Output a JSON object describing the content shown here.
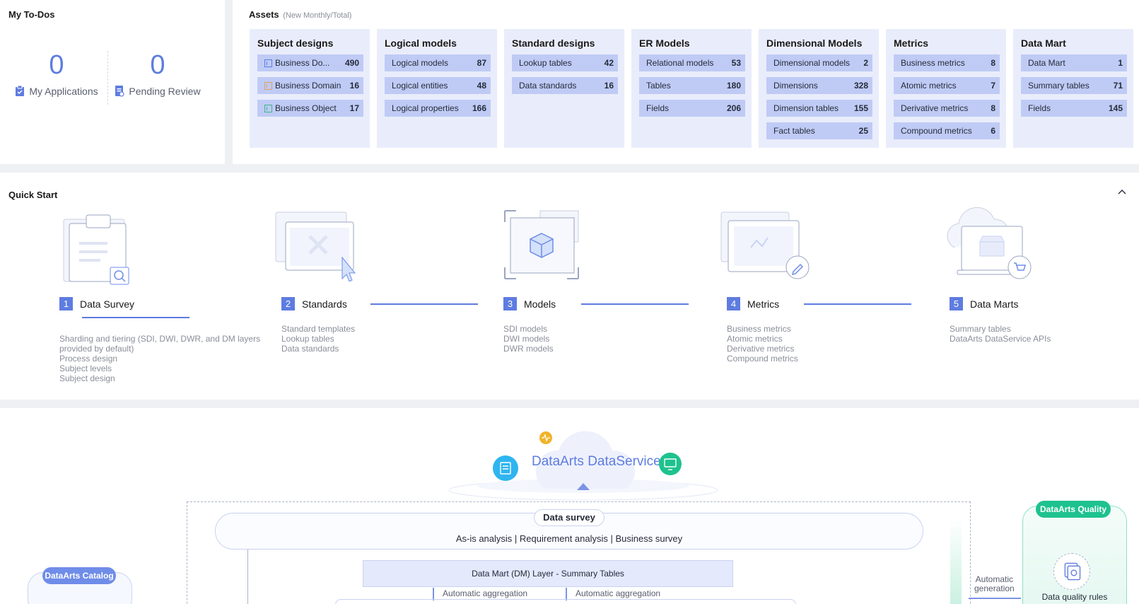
{
  "todos": {
    "title": "My To-Dos",
    "items": [
      {
        "count": "0",
        "label": "My Applications",
        "icon": "clipboard-check-icon"
      },
      {
        "count": "0",
        "label": "Pending Review",
        "icon": "document-review-icon"
      }
    ]
  },
  "assets": {
    "title": "Assets",
    "subtitle": "(New Monthly/Total)",
    "cards": [
      {
        "title": "Subject designs",
        "items": [
          {
            "label": "Business Do...",
            "value": "490",
            "icon": "L1-icon"
          },
          {
            "label": "Business Domain",
            "value": "16",
            "icon": "L2-icon"
          },
          {
            "label": "Business Object",
            "value": "17",
            "icon": "L3-icon"
          }
        ]
      },
      {
        "title": "Logical models",
        "items": [
          {
            "label": "Logical models",
            "value": "87"
          },
          {
            "label": "Logical entities",
            "value": "48"
          },
          {
            "label": "Logical properties",
            "value": "166"
          }
        ]
      },
      {
        "title": "Standard designs",
        "items": [
          {
            "label": "Lookup tables",
            "value": "42"
          },
          {
            "label": "Data standards",
            "value": "16"
          }
        ]
      },
      {
        "title": "ER Models",
        "items": [
          {
            "label": "Relational models",
            "value": "53"
          },
          {
            "label": "Tables",
            "value": "180"
          },
          {
            "label": "Fields",
            "value": "206"
          }
        ]
      },
      {
        "title": "Dimensional Models",
        "items": [
          {
            "label": "Dimensional models",
            "value": "2"
          },
          {
            "label": "Dimensions",
            "value": "328"
          },
          {
            "label": "Dimension tables",
            "value": "155"
          },
          {
            "label": "Fact tables",
            "value": "25"
          }
        ]
      },
      {
        "title": "Metrics",
        "items": [
          {
            "label": "Business metrics",
            "value": "8"
          },
          {
            "label": "Atomic metrics",
            "value": "7"
          },
          {
            "label": "Derivative metrics",
            "value": "8"
          },
          {
            "label": "Compound metrics",
            "value": "6"
          }
        ]
      },
      {
        "title": "Data Mart",
        "items": [
          {
            "label": "Data Mart",
            "value": "1"
          },
          {
            "label": "Summary tables",
            "value": "71"
          },
          {
            "label": "Fields",
            "value": "145"
          }
        ]
      }
    ]
  },
  "quickstart": {
    "title": "Quick Start",
    "steps": [
      {
        "num": "1",
        "label": "Data Survey",
        "desc": [
          "Sharding and tiering (SDI, DWI, DWR, and DM layers",
          "provided by default)",
          "Process design",
          "Subject levels",
          "Subject design"
        ]
      },
      {
        "num": "2",
        "label": "Standards",
        "desc": [
          "Standard templates",
          "Lookup tables",
          "Data standards"
        ]
      },
      {
        "num": "3",
        "label": "Models",
        "desc": [
          "SDI models",
          "DWI models",
          "DWR models"
        ]
      },
      {
        "num": "4",
        "label": "Metrics",
        "desc": [
          "Business metrics",
          "Atomic metrics",
          "Derivative metrics",
          "Compound metrics"
        ]
      },
      {
        "num": "5",
        "label": "Data Marts",
        "desc": [
          "Summary tables",
          "DataArts DataService APIs"
        ]
      }
    ]
  },
  "architecture": {
    "dataservice": "DataArts DataService",
    "survey_title": "Data survey",
    "survey_sub": "As-is analysis | Requirement analysis | Business survey",
    "dm_layer": "Data Mart (DM) Layer - Summary Tables",
    "agg_1": "Automatic aggregation",
    "agg_2": "Automatic aggregation",
    "quality": "DataArts Quality",
    "quality_rules": "Data quality rules",
    "auto_gen_1": "Automatic",
    "auto_gen_2": "generation",
    "catalog": "DataArts Catalog"
  },
  "colors": {
    "accent": "#5e7ce0",
    "card_bg": "#e9edfb",
    "item_bg": "#bfcbf5",
    "quality": "#1ec28e"
  }
}
